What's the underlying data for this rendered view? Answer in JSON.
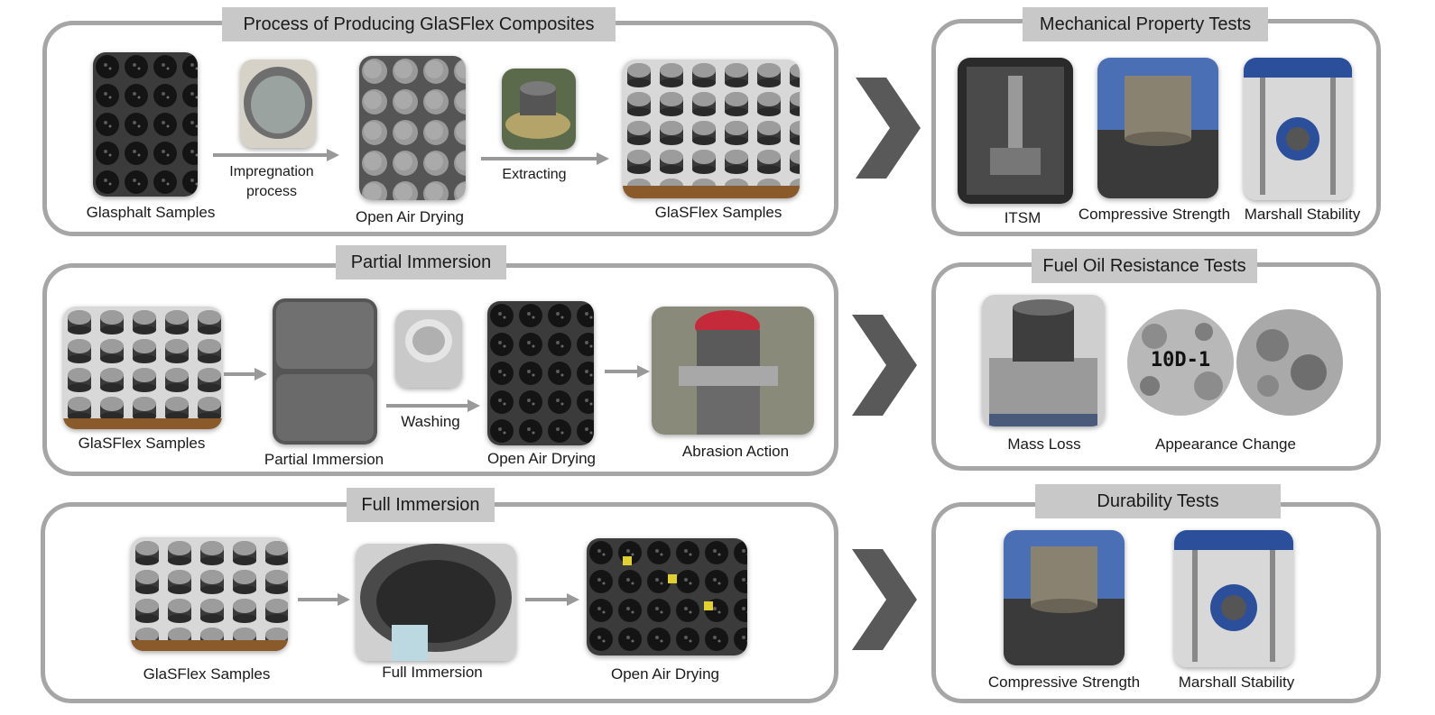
{
  "panels": {
    "producing": {
      "title": "Process of Producing GlaSFlex Composites",
      "glasphalt_caption": "Glasphalt Samples",
      "impregnation_label": "Impregnation process",
      "drying_caption": "Open Air Drying",
      "extracting_label": "Extracting",
      "glasflex_caption": "GlaSFlex Samples"
    },
    "mechanical": {
      "title": "Mechanical Property Tests",
      "itsm_caption": "ITSM",
      "compressive_caption": "Compressive Strength",
      "marshall_caption": "Marshall Stability"
    },
    "partial": {
      "title": "Partial Immersion",
      "glasflex_caption": "GlaSFlex Samples",
      "immersion_caption": "Partial Immersion",
      "washing_label": "Washing",
      "drying_caption": "Open Air Drying",
      "abrasion_caption": "Abrasion Action"
    },
    "fuel": {
      "title": "Fuel Oil Resistance Tests",
      "mass_caption": "Mass Loss",
      "appearance_caption": "Appearance Change",
      "specimen_label": "10D-1"
    },
    "full": {
      "title": "Full Immersion",
      "glasflex_caption": "GlaSFlex Samples",
      "immersion_caption": "Full Immersion",
      "drying_caption": "Open Air Drying"
    },
    "durability": {
      "title": "Durability Tests",
      "compressive_caption": "Compressive Strength",
      "marshall_caption": "Marshall Stability"
    }
  },
  "colors": {
    "panel_border": "#a6a6a6",
    "title_bg": "#c8c8c8",
    "arrow": "#999999",
    "chevron": "#595959"
  }
}
